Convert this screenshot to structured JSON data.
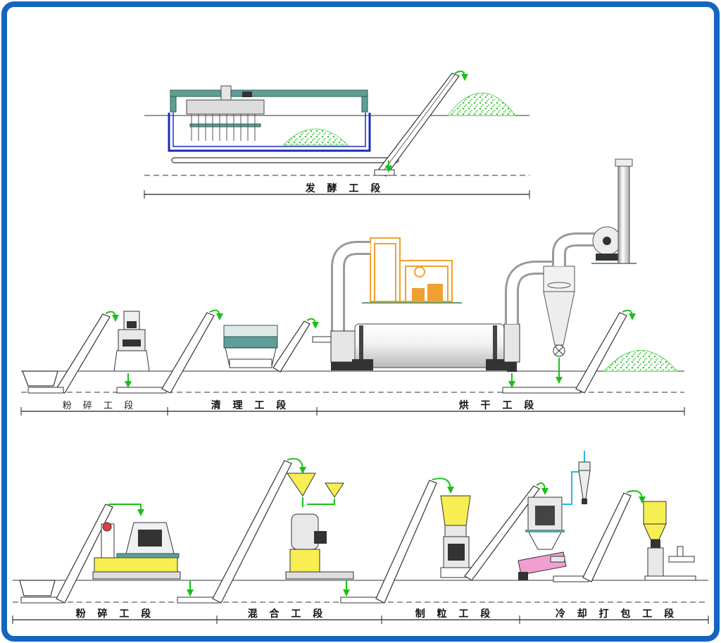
{
  "colors": {
    "frame": "#1565c0",
    "conveyor": "#333333",
    "green_arrow": "#18c018",
    "machine_teal": "#5e9e96",
    "machine_yellow": "#f6ee52",
    "burner_orange": "#f0a030",
    "pipe_grey": "#b8b8b8",
    "pile_green": "#3fc83f",
    "tank_blue": "#1a2bb8",
    "feed_cyan": "#22b8e8"
  },
  "stages": {
    "fermentation": "发 酵 工 段",
    "crush_1": "粉 碎 工 段",
    "cleaning": "清 理 工 段",
    "drying": "烘 干 工 段",
    "crush_2": "粉 碎 工 段",
    "mixing": "混 合 工 段",
    "pelletizing": "制 粒 工 段",
    "cooling_packing": "冷 却 打 包 工 段"
  }
}
